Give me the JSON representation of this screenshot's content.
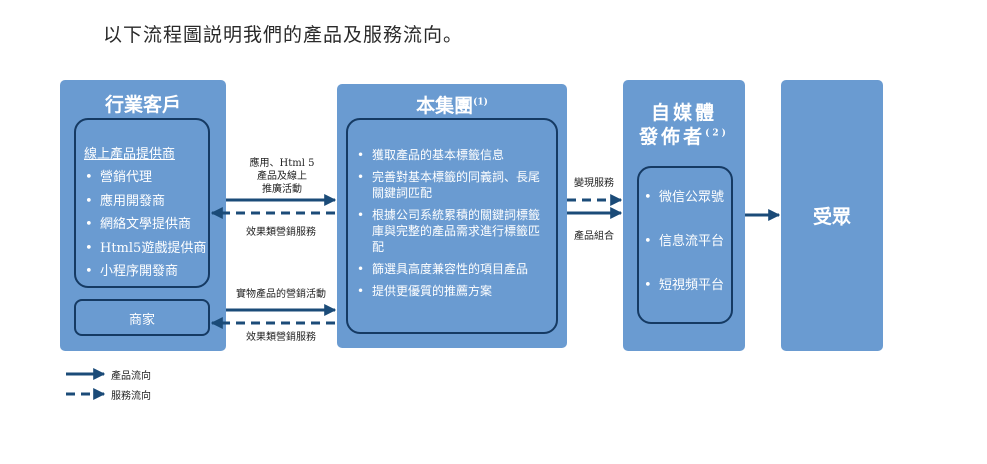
{
  "intro": "以下流程圖説明我們的產品及服務流向。",
  "industry": {
    "title": "行業客戶",
    "group_heading": "線上產品提供商",
    "items": [
      "營銷代理",
      "應用開發商",
      "網絡文學提供商",
      "Html5遊戲提供商",
      "小程序開發商"
    ],
    "merchant": "商家"
  },
  "group": {
    "title": "本集團",
    "note": "(1)",
    "items": [
      "獲取產品的基本標籤信息",
      "完善對基本標籤的同義詞、長尾關鍵詞匹配",
      "根據公司系統累積的關鍵詞標籤庫與完整的產品需求進行標籤匹配",
      "篩選具高度兼容性的項目產品",
      "提供更優質的推薦方案"
    ]
  },
  "publisher": {
    "title_line1": "自媒體",
    "title_line2": "發佈者",
    "note": "(2)",
    "items": [
      "微信公眾號",
      "信息流平台",
      "短視頻平台"
    ]
  },
  "audience": {
    "title": "受眾"
  },
  "labels": {
    "top_flow": "應用、Html 5\n產品及線上\n推廣活動",
    "top_service": "效果類營銷服務",
    "bottom_flow": "實物產品的營銷活動",
    "bottom_service": "效果類營銷服務",
    "monetization": "變現服務",
    "product_mix": "產品組合"
  },
  "legend": {
    "product_flow": "產品流向",
    "service_flow": "服務流向"
  },
  "colors": {
    "panel": "#6a9bd1",
    "arrow": "#1b4b78"
  }
}
